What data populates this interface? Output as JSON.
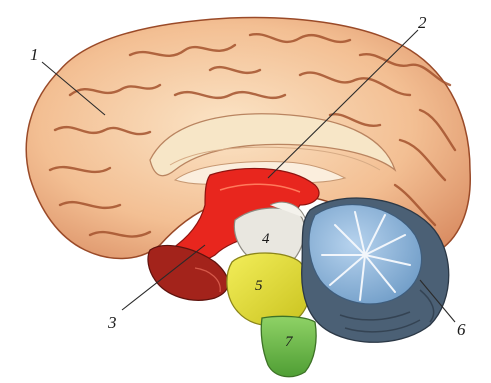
{
  "labels": {
    "l1": "1",
    "l2": "2",
    "l3": "3",
    "l4": "4",
    "l5": "5",
    "l6": "6",
    "l7": "7"
  },
  "colors": {
    "cortex": "#f0b98a",
    "cortex_dark": "#a0502a",
    "corpus_callosum": "#f7e6c7",
    "diencephalon": "#e8261e",
    "midbrain": "#e9e7e0",
    "pons": "#e8e23a",
    "medulla": "#6cc04a",
    "cerebellum_light": "#9cc0e0",
    "cerebellum_dark": "#4b6075",
    "brainstem_red": "#a3231b"
  }
}
